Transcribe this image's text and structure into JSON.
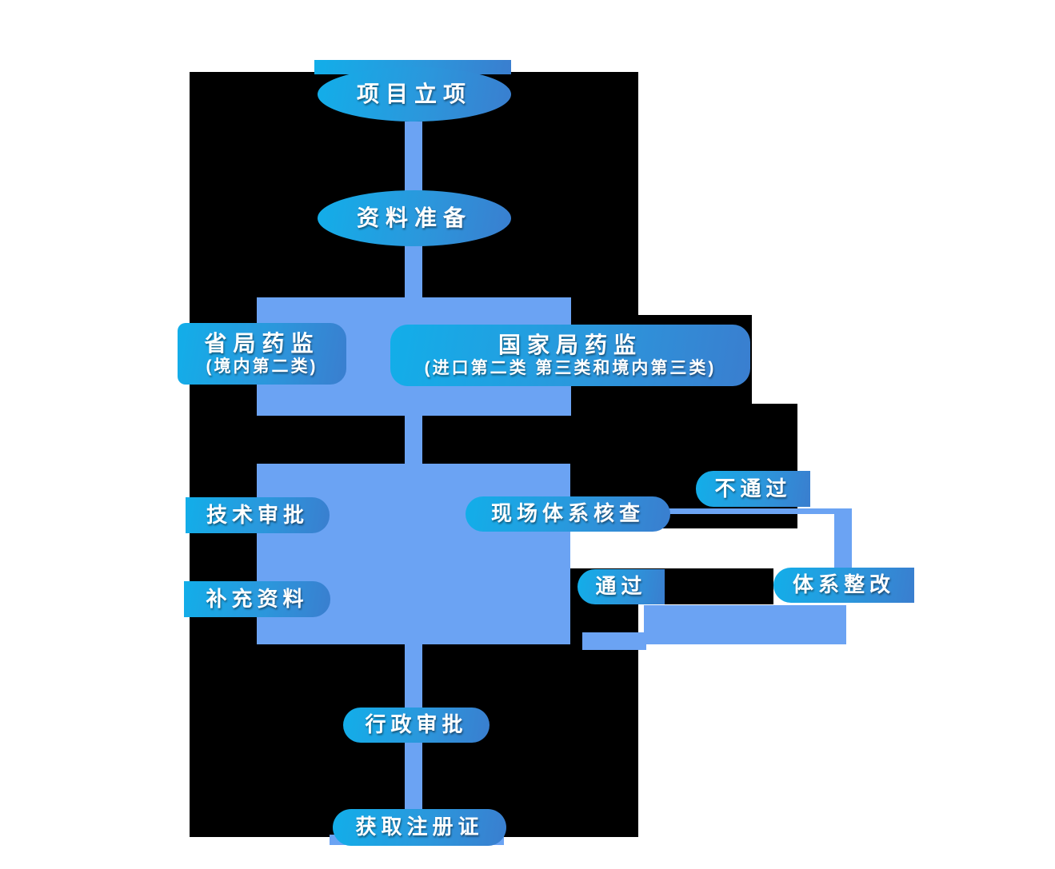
{
  "diagram": {
    "type": "flowchart",
    "nodes": {
      "start": "项目立项",
      "prepare": "资料准备",
      "provincial_title": "省局药监",
      "provincial_sub": "(境内第二类)",
      "national_title": "国家局药监",
      "national_sub": "(进口第二类 第三类和境内第三类)",
      "technical": "技术审批",
      "onsite": "现场体系核查",
      "fail": "不通过",
      "pass": "通过",
      "rectify": "体系整改",
      "supplement": "补充资料",
      "administrative": "行政审批",
      "certificate": "获取注册证"
    },
    "edges": [
      [
        "start",
        "prepare"
      ],
      [
        "prepare",
        "agencies-row"
      ],
      [
        "agencies-row",
        "review-area"
      ],
      [
        "onsite",
        "fail"
      ],
      [
        "fail",
        "rectify"
      ],
      [
        "rectify",
        "review-area"
      ],
      [
        "review-area",
        "administrative"
      ],
      [
        "administrative",
        "certificate"
      ]
    ]
  },
  "colors": {
    "bg": "#000000",
    "canvas": "#ffffff",
    "flow": "#6ba3f3",
    "grad1": "#12aee9",
    "grad2": "#3a7ecf",
    "text": "#ffffff"
  }
}
